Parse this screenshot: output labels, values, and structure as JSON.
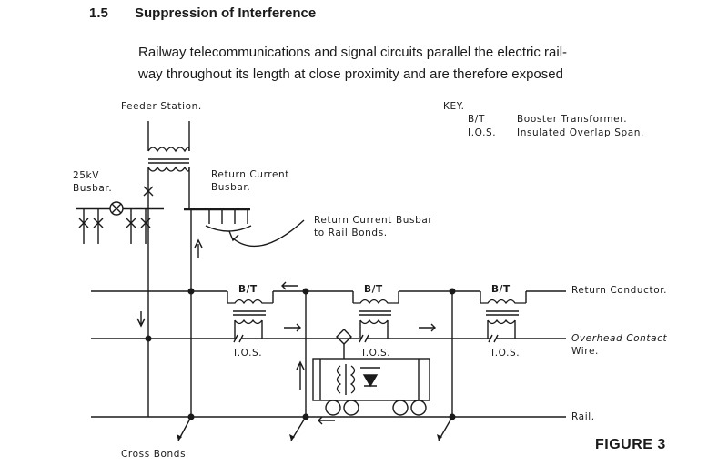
{
  "heading": {
    "number": "1.5",
    "title": "Suppression of Interference"
  },
  "paragraph": [
    "Railway telecommunications and signal circuits parallel the electric rail-",
    "way throughout its length at close proximity and are therefore exposed"
  ],
  "figure": {
    "feeder_station": "Feeder Station.",
    "key_title": "KEY.",
    "key": [
      {
        "abbr": "B/T",
        "desc": "Booster Transformer."
      },
      {
        "abbr": "I.O.S.",
        "desc": "Insulated Overlap Span."
      }
    ],
    "busbar_25kv_line1": "25kV",
    "busbar_25kv_line2": "Busbar.",
    "return_current_line1": "Return Current",
    "return_current_line2": "Busbar.",
    "rail_bonds_line1": "Return Current Busbar",
    "rail_bonds_line2": "to Rail Bonds.",
    "bt_label": "B/T",
    "ios_label": "I.O.S.",
    "return_conductor": "Return Conductor.",
    "overhead_line1": "Overhead Contact",
    "overhead_line2": "Wire.",
    "rail": "Rail.",
    "cross_bonds": "Cross Bonds",
    "figure_number": "FIGURE 3"
  }
}
